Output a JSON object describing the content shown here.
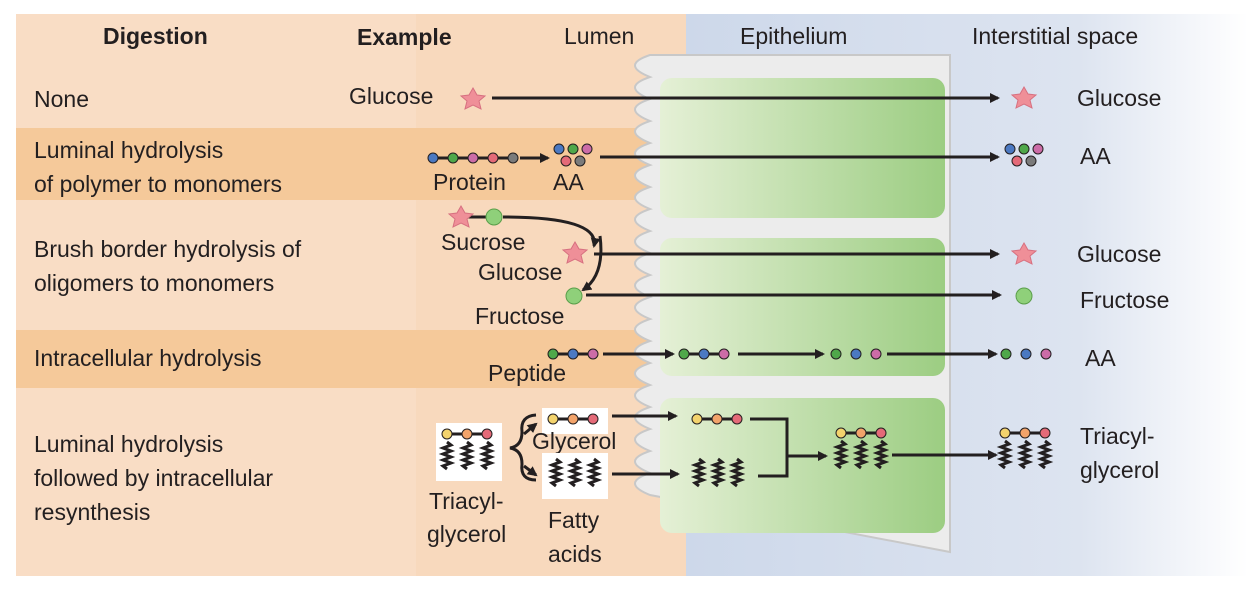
{
  "headers": {
    "digestion": "Digestion",
    "example": "Example",
    "lumen": "Lumen",
    "epithelium": "Epithelium",
    "interstitial": "Interstitial space"
  },
  "rows": [
    {
      "digestion": [
        "None"
      ],
      "example": [
        "Glucose"
      ],
      "result": [
        "Glucose"
      ]
    },
    {
      "digestion": [
        "Luminal hydrolysis",
        "of polymer to monomers"
      ],
      "example": [
        "Protein",
        "AA"
      ],
      "result": [
        "AA"
      ]
    },
    {
      "digestion": [
        "Brush border hydrolysis of",
        "oligomers to monomers"
      ],
      "example": [
        "Sucrose",
        "Glucose",
        "Fructose"
      ],
      "result": [
        "Glucose",
        "Fructose"
      ]
    },
    {
      "digestion": [
        "Intracellular hydrolysis"
      ],
      "example": [
        "Peptide"
      ],
      "result": [
        "AA"
      ]
    },
    {
      "digestion": [
        "Luminal hydrolysis",
        "followed by intracellular",
        "resynthesis"
      ],
      "example": [
        "Triacyl-",
        "glycerol",
        "Glycerol",
        "Fatty",
        "acids"
      ],
      "result": [
        "Triacyl-",
        "glycerol"
      ]
    }
  ],
  "colors": {
    "row_band": "#f5c99a",
    "row_light": "#fbe3cf",
    "lumen_bg": "#f8d9bd",
    "epithelium_bg": "#cdd8ea",
    "cell_fill": "#a9d18e",
    "glucose": "#ef8f98",
    "bead_blue": "#4b79c2",
    "bead_green": "#4fa84a",
    "bead_pink": "#cc6ca7",
    "bead_gray": "#7b7b7b",
    "bead_yellow": "#f3d36d",
    "bead_orange": "#f2a36a",
    "bead_red": "#e46a78"
  }
}
